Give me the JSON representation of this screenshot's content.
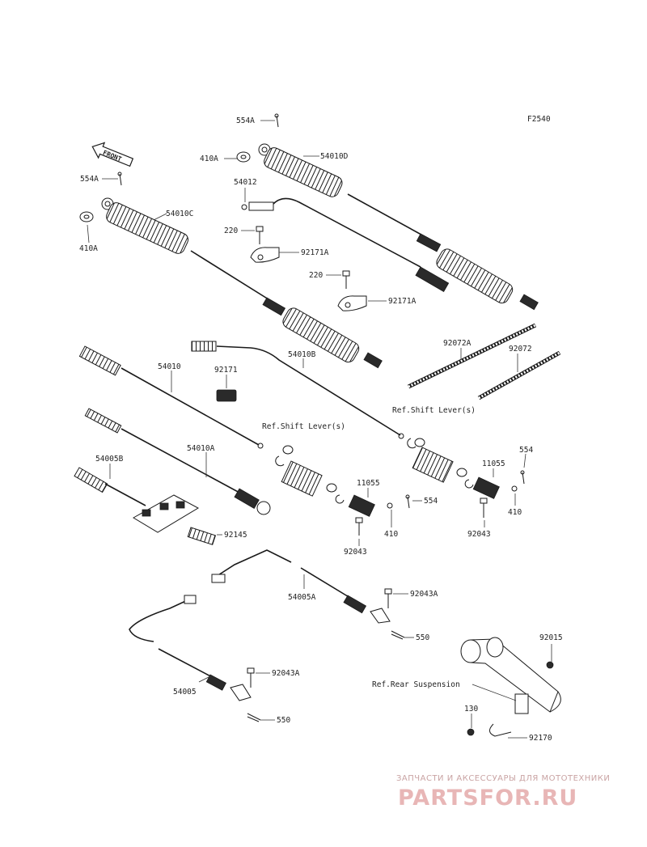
{
  "diagram": {
    "figure_code": "F2540",
    "front_arrow": "FRONT",
    "ref_shift_left": "Ref.Shift Lever(s)",
    "ref_shift_right": "Ref.Shift Lever(s)",
    "ref_rear_suspension": "Ref.Rear Suspension"
  },
  "part_labels": [
    "554A",
    "410A",
    "54010D",
    "54012",
    "554A",
    "54010C",
    "410A",
    "220",
    "92171A",
    "220",
    "92171A",
    "92072A",
    "92072",
    "54010",
    "92171",
    "54010B",
    "54010A",
    "54005B",
    "92145",
    "11055",
    "410",
    "554",
    "92043",
    "554",
    "11055",
    "410",
    "92043",
    "54005A",
    "92043A",
    "550",
    "54005",
    "92043A",
    "550",
    "92015",
    "130",
    "92170"
  ],
  "watermark": {
    "subtitle": "ЗАПЧАСТИ И АКСЕССУАРЫ ДЛЯ МОТОТЕХНИКИ",
    "brand": "PARTSFOR.RU"
  }
}
